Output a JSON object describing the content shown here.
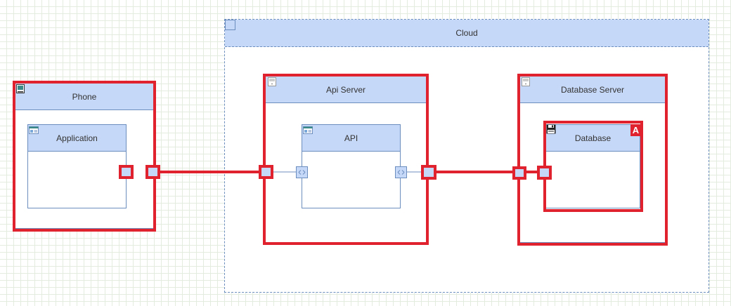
{
  "cloud": {
    "label": "Cloud"
  },
  "phone": {
    "label": "Phone",
    "application": {
      "label": "Application"
    }
  },
  "api_server": {
    "label": "Api Server",
    "api": {
      "label": "API"
    }
  },
  "database_server": {
    "label": "Database Server",
    "database": {
      "label": "Database"
    }
  },
  "selection": {
    "badge": "A",
    "color": "#e0222e"
  },
  "colors": {
    "header_fill": "#c6d8f7",
    "stroke": "#6c8ebf",
    "grid": "#e4ecdf"
  }
}
